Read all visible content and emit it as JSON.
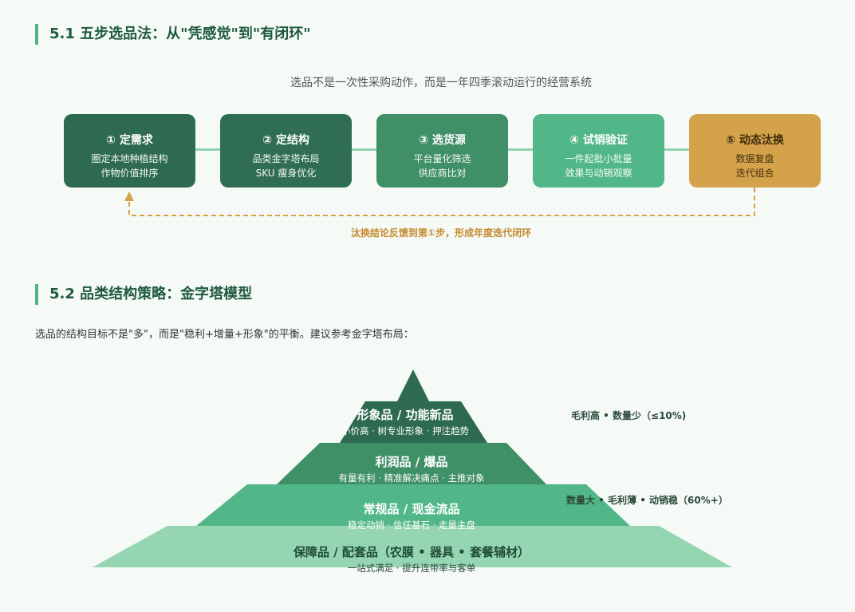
{
  "section1": {
    "title": "5.1 五步选品法：从\"凭感觉\"到\"有闭环\"",
    "subtitle": "选品不是一次性采购动作，而是一年四季滚动运行的经营系统",
    "steps": [
      {
        "title": "① 定需求",
        "line1": "圈定本地种植结构",
        "line2": "作物价值排序"
      },
      {
        "title": "② 定结构",
        "line1": "品类金字塔布局",
        "line2": "SKU 瘦身优化"
      },
      {
        "title": "③ 选货源",
        "line1": "平台量化筛选",
        "line2": "供应商比对"
      },
      {
        "title": "④ 试销验证",
        "line1": "一件起批小批量",
        "line2": "效果与动销观察"
      },
      {
        "title": "⑤ 动态汰换",
        "line1": "数据复盘",
        "line2": "迭代组合"
      }
    ],
    "loop_label": "汰换结论反馈到第①步，形成年度迭代闭环"
  },
  "section2": {
    "title": "5.2 品类结构策略：金字塔模型",
    "intro": "选品的结构目标不是\"多\"，而是\"稳利+增量+形象\"的平衡。建议参考金字塔布局：",
    "tiers": [
      {
        "title": "形象品 / 功能新品",
        "desc": "小价高 · 树专业形象 · 押注趋势"
      },
      {
        "title": "利润品 / 爆品",
        "desc": "有量有利 · 精准解决痛点 · 主推对象"
      },
      {
        "title": "常规品 / 现金流品",
        "desc": "稳定动销 · 信任基石 · 走量主盘"
      },
      {
        "title": "保障品 / 配套品（农膜 • 器具 • 套餐辅材）",
        "desc": "一站式满足 · 提升连带率与客单"
      }
    ],
    "notes": {
      "top": "毛利高 • 数量少（≤10%)",
      "mid": "数量大 • 毛利薄 • 动销稳（60%+）"
    }
  },
  "colors": {
    "dark_green": "#2d6a4f",
    "mid_green": "#3f8f67",
    "light_green": "#52b788",
    "pale_green": "#95d5b2",
    "gold": "#d4a24a"
  }
}
